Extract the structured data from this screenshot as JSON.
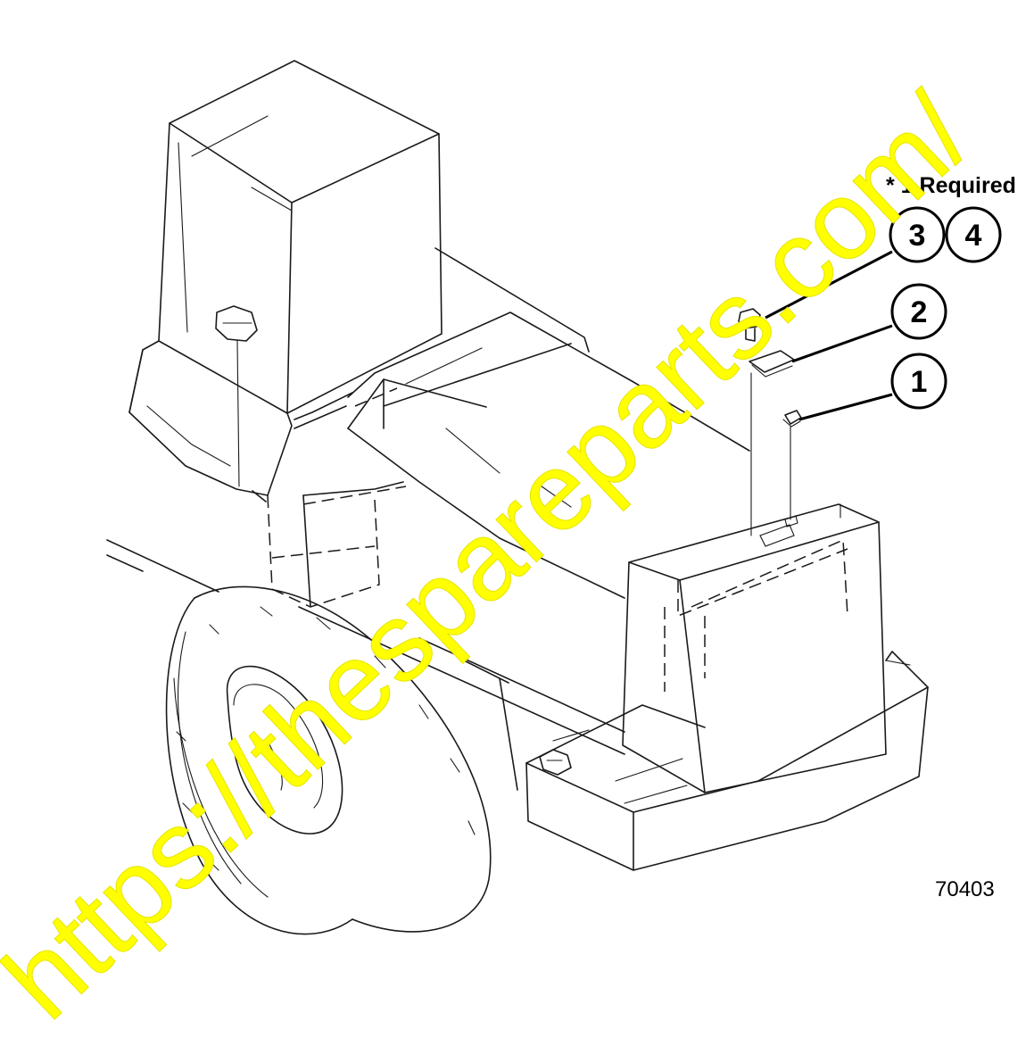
{
  "note": {
    "text": "* 1 Required"
  },
  "callouts": [
    {
      "id": "callout-3",
      "label": "3"
    },
    {
      "id": "callout-4",
      "label": "4"
    },
    {
      "id": "callout-2",
      "label": "2"
    },
    {
      "id": "callout-1",
      "label": "1"
    }
  ],
  "figure_number": "70403",
  "watermark": {
    "text": "https://thespareparts.com/",
    "color": "#ffff00"
  },
  "colors": {
    "line": "#1a1a1a",
    "background": "#ffffff"
  }
}
